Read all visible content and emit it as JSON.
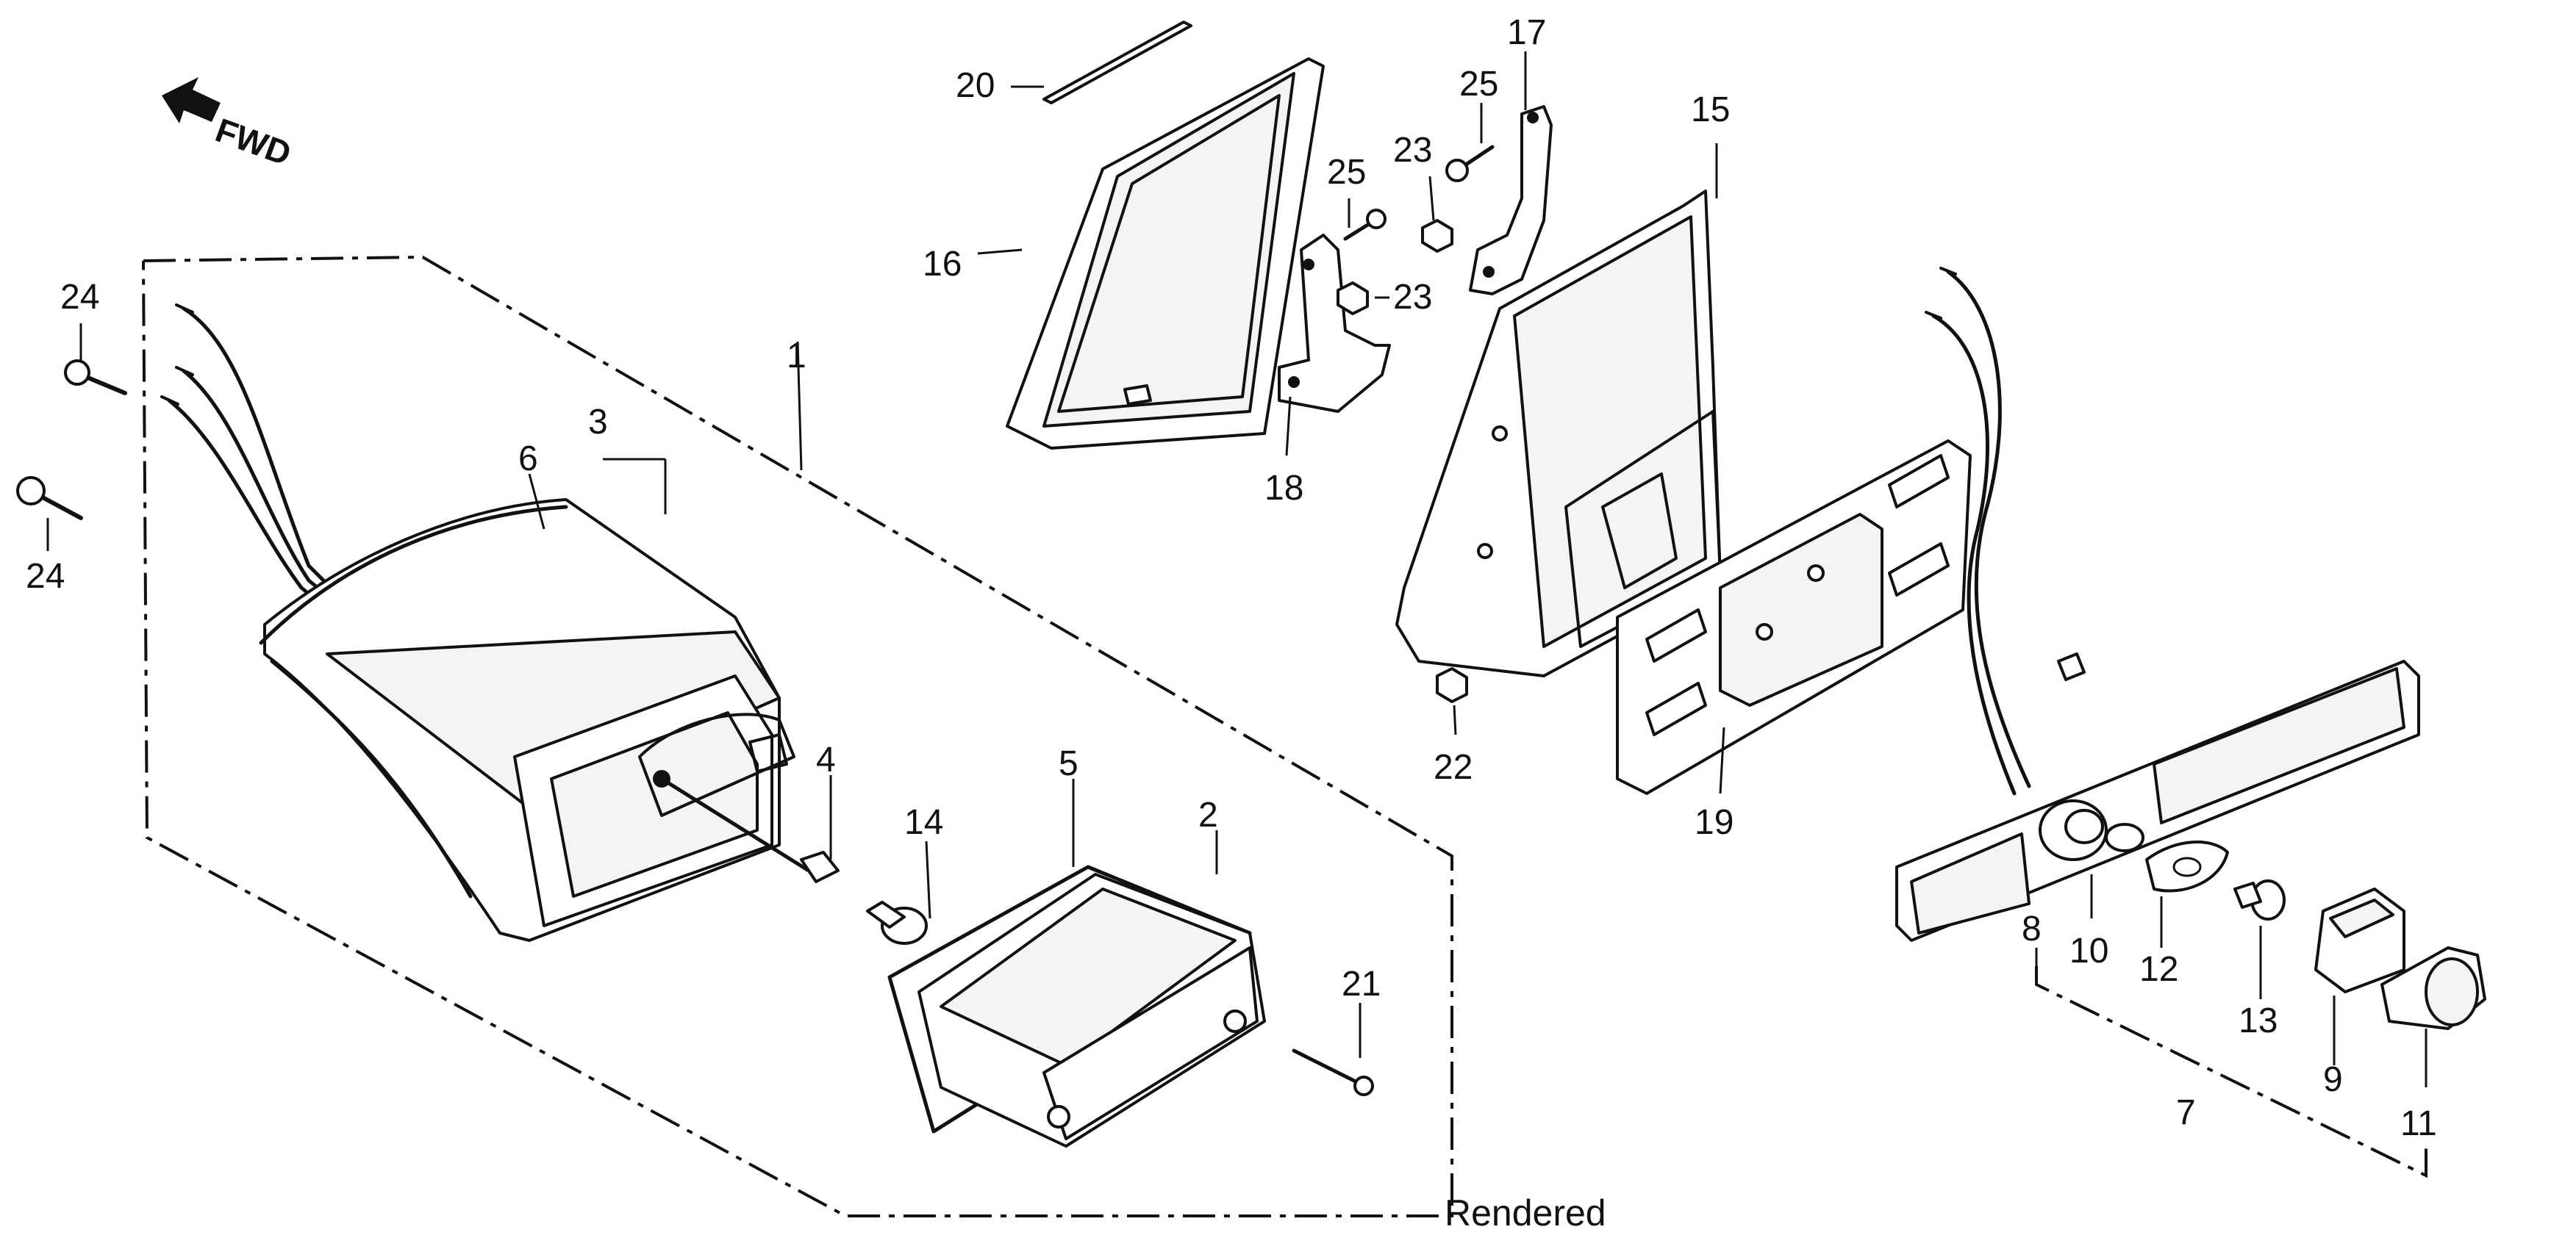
{
  "direction_marker": {
    "text": "FWD"
  },
  "footer": {
    "note": "Rendered"
  },
  "callouts": {
    "c1": "1",
    "c2": "2",
    "c3": "3",
    "c4": "4",
    "c5": "5",
    "c6": "6",
    "c7": "7",
    "c8": "8",
    "c9": "9",
    "c10": "10",
    "c11": "11",
    "c12": "12",
    "c13": "13",
    "c14": "14",
    "c15": "15",
    "c16": "16",
    "c17": "17",
    "c18": "18",
    "c19": "19",
    "c20": "20",
    "c21": "21",
    "c22": "22",
    "c23a": "23",
    "c23b": "23",
    "c24a": "24",
    "c24b": "24",
    "c25a": "25",
    "c25b": "25"
  }
}
